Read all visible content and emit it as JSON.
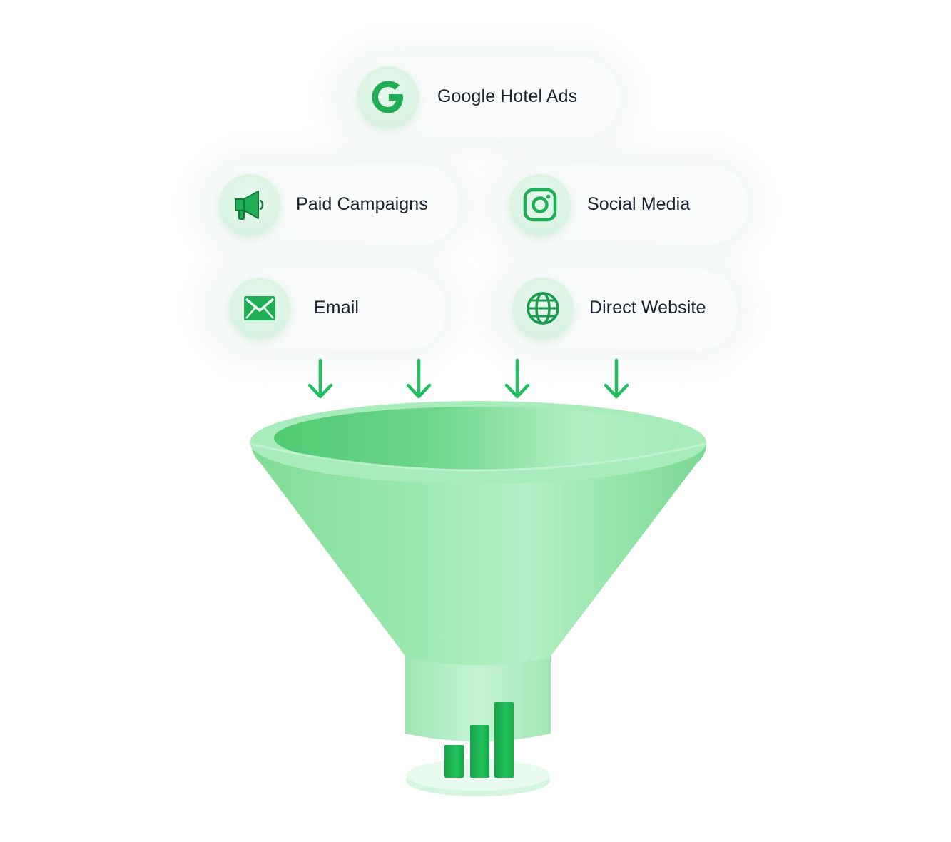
{
  "sources": {
    "google_hotel_ads": {
      "label": "Google Hotel Ads",
      "icon": "google-icon"
    },
    "paid_campaigns": {
      "label": "Paid Campaigns",
      "icon": "megaphone-icon"
    },
    "social_media": {
      "label": "Social Media",
      "icon": "instagram-icon"
    },
    "email": {
      "label": "Email",
      "icon": "envelope-icon"
    },
    "direct_website": {
      "label": "Direct Website",
      "icon": "globe-icon"
    }
  },
  "colors": {
    "brand_green": "#1fae55",
    "funnel_green": "#8fe0a6",
    "text": "#1b2330"
  }
}
